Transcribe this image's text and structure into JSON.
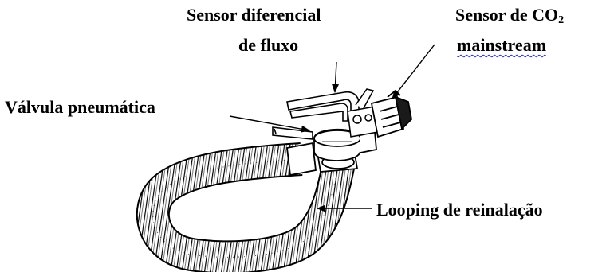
{
  "labels": {
    "differential_sensor_line1": "Sensor diferencial",
    "differential_sensor_line2": "de fluxo",
    "co2_sensor_prefix": "Sensor de CO",
    "co2_sensor_subscript": "2",
    "co2_sensor_line2": "mainstream",
    "pneumatic_valve": "Válvula pneumática",
    "rebreathing_loop": "Looping de reinalação"
  },
  "colors": {
    "text": "#000000",
    "line_art": "#000000",
    "spellcheck_underline": "#2a2fb0"
  }
}
